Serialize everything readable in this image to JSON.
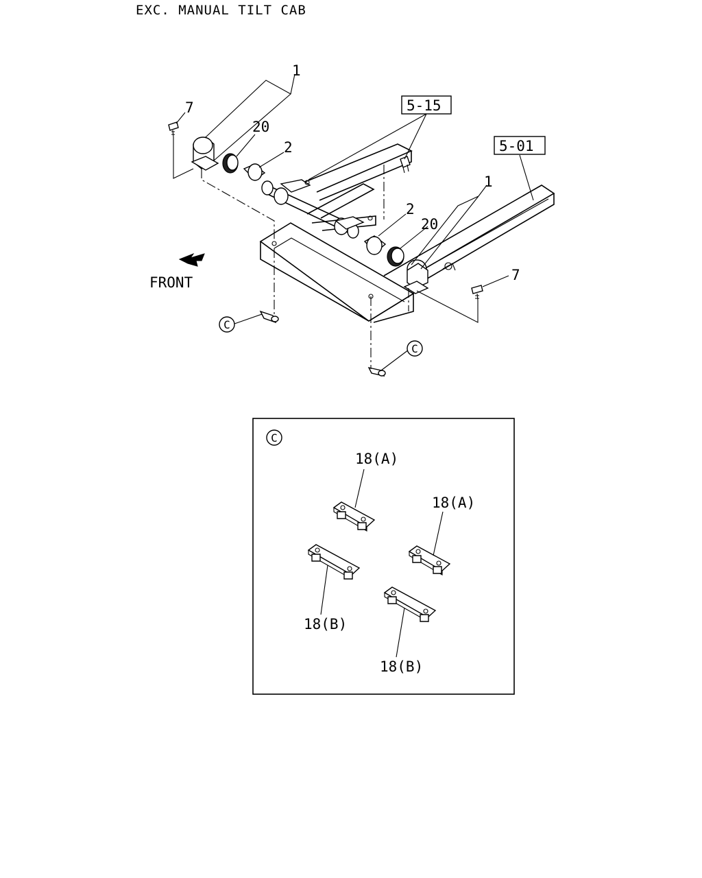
{
  "header": {
    "title": "EXC. MANUAL TILT CAB"
  },
  "callouts": {
    "part_1_upper": "1",
    "part_1_lower": "1",
    "part_2_upper": "2",
    "part_2_lower": "2",
    "part_7_left": "7",
    "part_7_right": "7",
    "part_20_upper": "20",
    "part_20_lower": "20",
    "ref_5_15": "5-15",
    "ref_5_01": "5-01",
    "detail_c_left": "C",
    "detail_c_bottom": "C"
  },
  "direction": {
    "label": "FRONT"
  },
  "detail": {
    "marker": "C",
    "labels": [
      "18(A)",
      "18(A)",
      "18(B)",
      "18(B)"
    ]
  }
}
